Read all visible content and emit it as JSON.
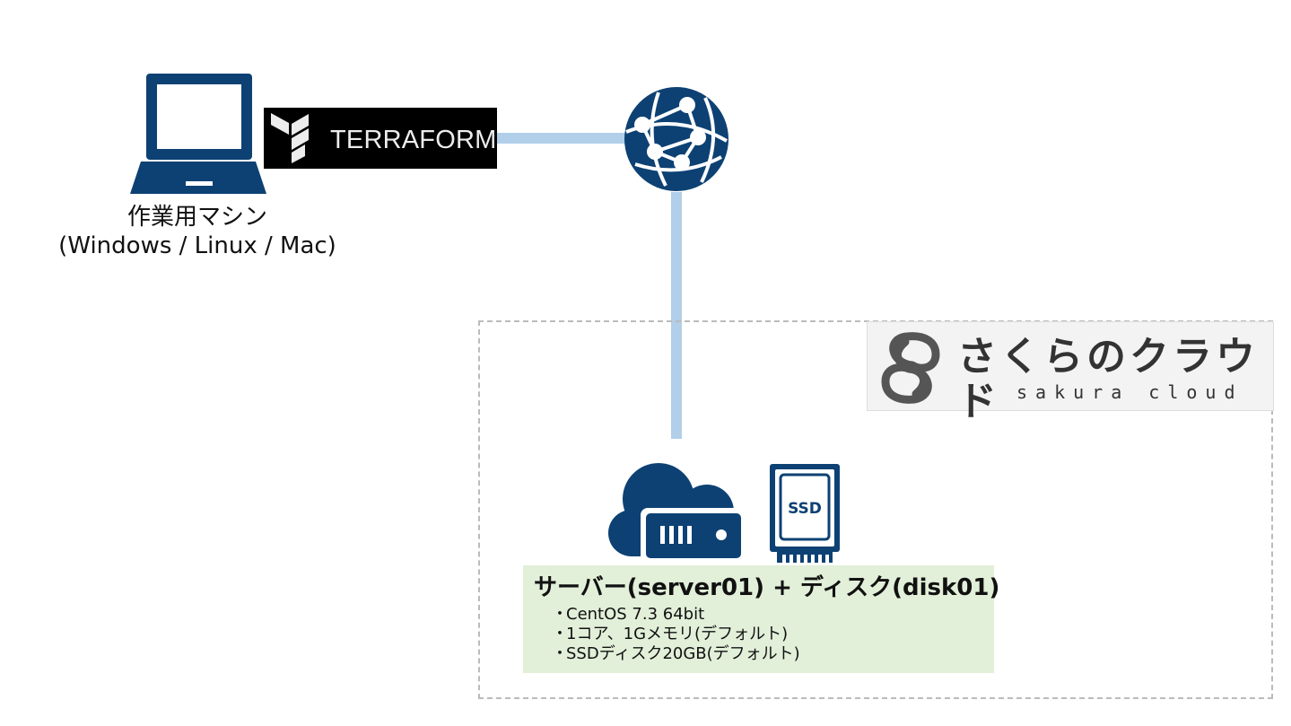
{
  "workstation": {
    "icon": "laptop-icon",
    "caption_line1": "作業用マシン",
    "caption_line2": "(Windows / Linux / Mac)"
  },
  "terraform_logo": {
    "icon": "terraform-logo",
    "text": "TERRAFORM"
  },
  "network": {
    "icon": "globe-network-icon"
  },
  "cloud_provider": {
    "logo_title": "さくらのクラウド",
    "logo_subtitle": "sakura cloud"
  },
  "server": {
    "icon": "cloud-server-icon",
    "ssd_icon": "ssd-icon",
    "ssd_label": "SSD",
    "title": "サーバー(server01) + ディスク(disk01)",
    "specs": [
      "CentOS 7.3 64bit",
      "1コア、1Gメモリ(デフォルト)",
      "SSDディスク20GB(デフォルト)"
    ],
    "bullet": "・"
  },
  "colors": {
    "icon_navy": "#0d4173",
    "connector": "#b1cfe9",
    "panel_green": "#e2efd9",
    "dashed_border": "#bbbbbb"
  }
}
